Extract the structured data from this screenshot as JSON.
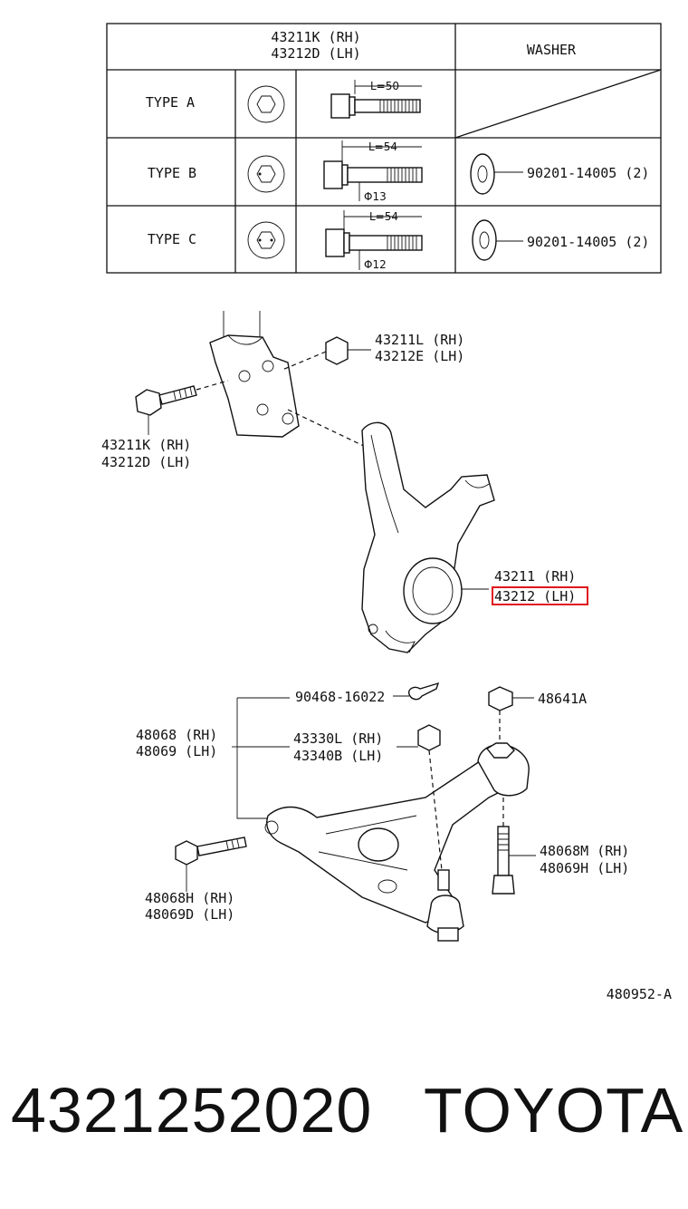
{
  "table": {
    "header_bolt_rh": "43211K (RH)",
    "header_bolt_lh": "43212D (LH)",
    "header_washer": "WASHER",
    "rows": [
      {
        "type": "TYPE  A",
        "length": "L=50",
        "diameter": "",
        "washer": ""
      },
      {
        "type": "TYPE  B",
        "length": "L=54",
        "diameter": "Φ13",
        "washer": "90201-14005 (2)"
      },
      {
        "type": "TYPE  C",
        "length": "L=54",
        "diameter": "Φ12",
        "washer": "90201-14005 (2)"
      }
    ]
  },
  "callouts": {
    "nut_rh": "43211L (RH)",
    "nut_lh": "43212E (LH)",
    "bolt_rh": "43211K (RH)",
    "bolt_lh": "43212D (LH)",
    "knuckle_rh": "43211 (RH)",
    "knuckle_lh": "43212 (LH)",
    "cotter_pin": "90468-16022",
    "top_nut": "48641A",
    "arm_rh": "48068 (RH)",
    "arm_lh": "48069 (LH)",
    "balljoint_rh": "43330L (RH)",
    "balljoint_lh": "43340B (LH)",
    "rear_bolt_rh": "48068M (RH)",
    "rear_bolt_lh": "48069H (LH)",
    "front_bolt_rh": "48068H (RH)",
    "front_bolt_lh": "48069D (LH)"
  },
  "figure_code": "480952-A",
  "highlight_color": "#e0141e",
  "footer": {
    "part_number": "4321252020",
    "brand": "TOYOTA"
  }
}
